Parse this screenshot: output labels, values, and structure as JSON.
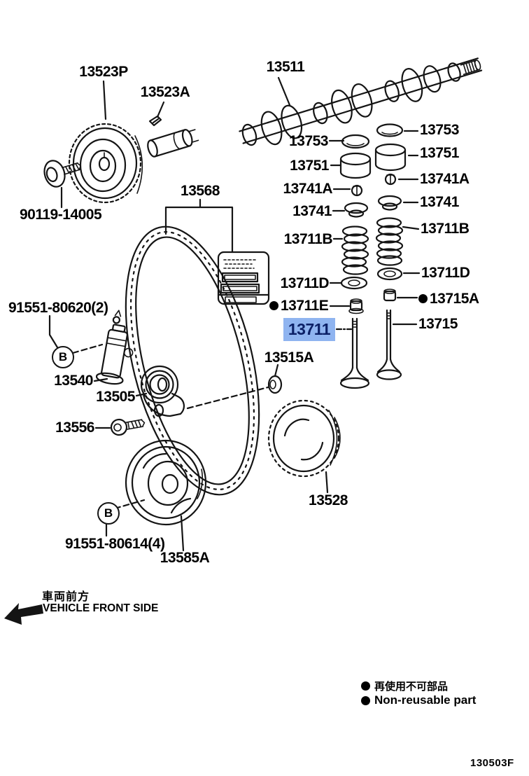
{
  "code": "130503F",
  "highlight": {
    "part": "13711",
    "bg": "#8fb4f0",
    "fg": "#0c2066"
  },
  "callouts": {
    "letter": "B"
  },
  "symbols": {
    "non_reusable_bullet": "●"
  },
  "front_marker": {
    "ja": "車両前方",
    "en": "VEHICLE FRONT SIDE"
  },
  "legend": {
    "ja": "再使用不可部品",
    "en": "Non-reusable part"
  },
  "parts": {
    "p13523P": "13523P",
    "p13523A": "13523A",
    "p13511": "13511",
    "p13568": "13568",
    "p90119_14005": "90119-14005",
    "p13753": "13753",
    "p13751": "13751",
    "p13741A": "13741A",
    "p13741": "13741",
    "p13711B": "13711B",
    "p13711D": "13711D",
    "p13711E": "13711E",
    "p13715A": "13715A",
    "p13711": "13711",
    "p13715": "13715",
    "p13515A": "13515A",
    "p91551_80620": "91551-80620(2)",
    "p13540": "13540",
    "p13505": "13505",
    "p13556": "13556",
    "p91551_80614": "91551-80614(4)",
    "p13585A": "13585A",
    "p13528": "13528"
  }
}
